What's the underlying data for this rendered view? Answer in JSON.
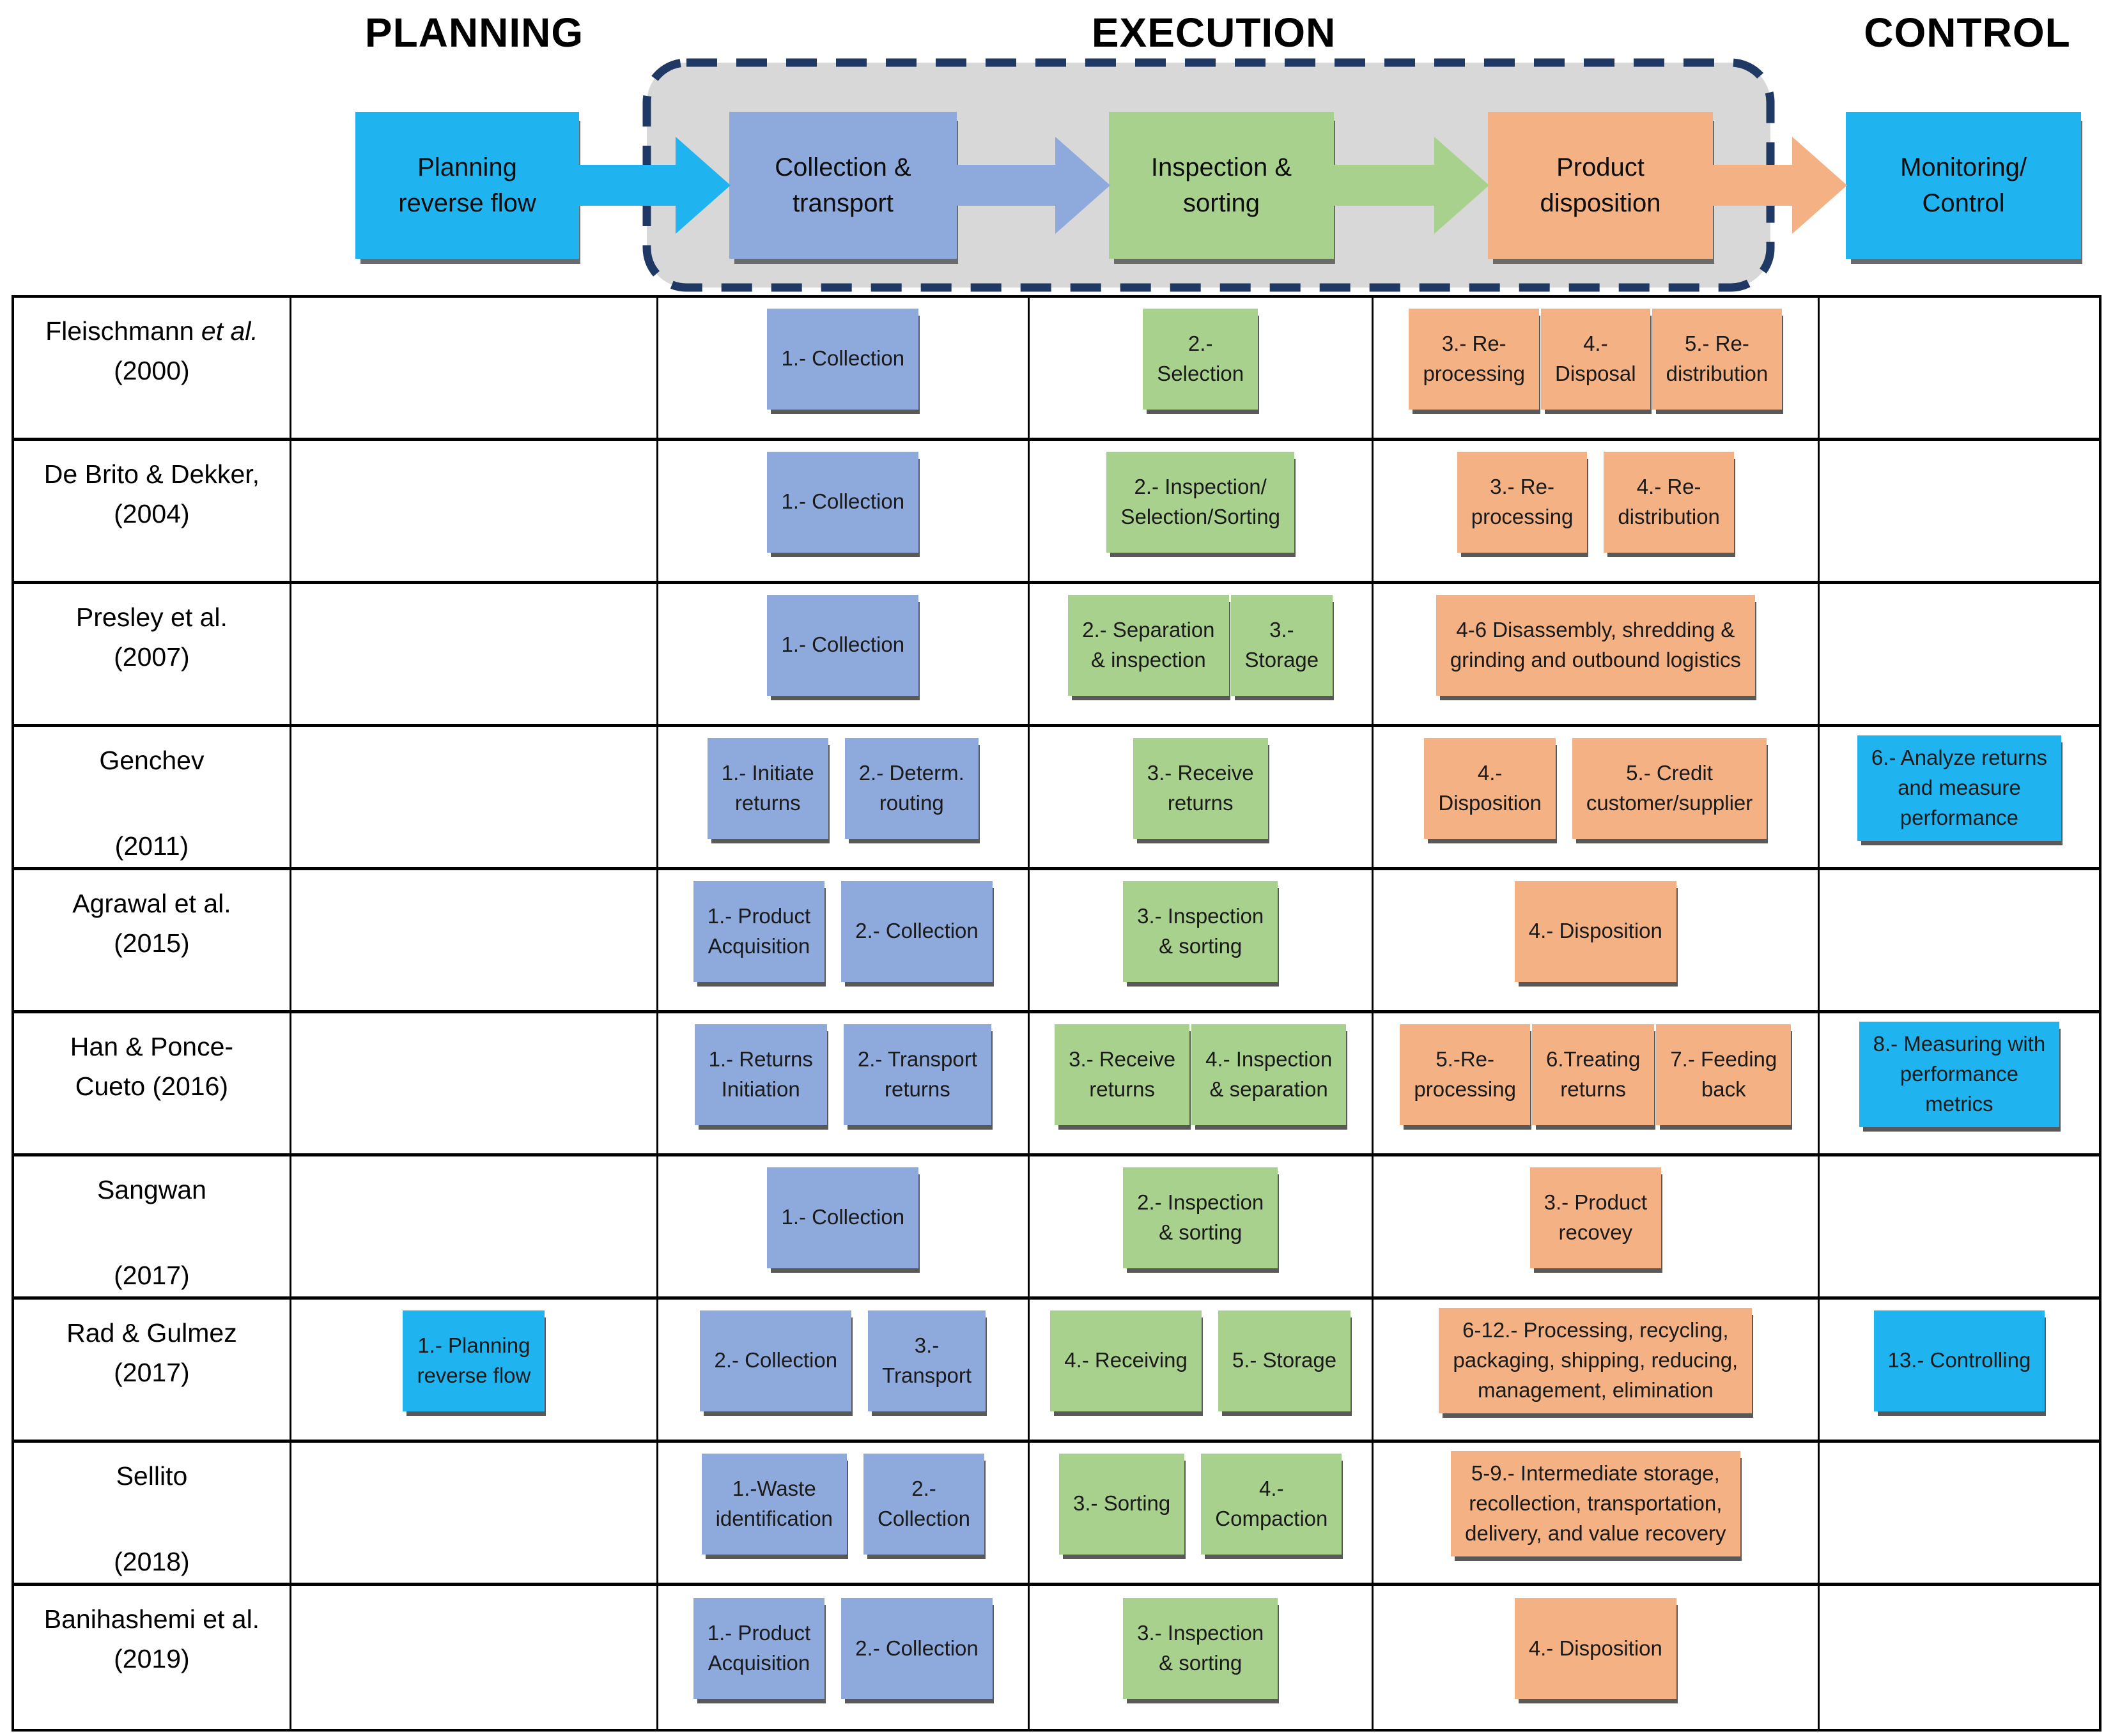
{
  "page": {
    "title_planning": "PLANNING",
    "title_execution": "EXECUTION",
    "title_control": "CONTROL"
  },
  "colors": {
    "blue": "#8EA9DB",
    "green": "#A9D18E",
    "orange": "#F4B183",
    "cyan": "#1FB4F0",
    "navy": "#1F3864",
    "panel_gray": "#D8D8D8",
    "shadow": "#595959"
  },
  "flow": {
    "boxes": [
      {
        "label": "Planning\nreverse flow",
        "color": "cyan"
      },
      {
        "label": "Collection &\ntransport",
        "color": "blue"
      },
      {
        "label": "Inspection &\nsorting",
        "color": "green"
      },
      {
        "label": "Product\ndisposition",
        "color": "orange"
      },
      {
        "label": "Monitoring/\nControl",
        "color": "cyan"
      }
    ],
    "arrows": [
      "cyan",
      "blue",
      "green",
      "orange"
    ]
  },
  "table": {
    "columns": [
      "author",
      "planning",
      "collection_transport",
      "inspection_sorting",
      "product_disposition",
      "control"
    ],
    "rows": [
      {
        "author": [
          "Fleischmann et al.",
          "(2000)"
        ],
        "italic_etal": true,
        "spread": false,
        "cells": {
          "planning": {
            "boxes": []
          },
          "collection_transport": {
            "boxes": [
              {
                "t": "1.- Collection",
                "c": "blue"
              }
            ]
          },
          "inspection_sorting": {
            "boxes": [
              {
                "t": "2.-\nSelection",
                "c": "green"
              }
            ]
          },
          "product_disposition": {
            "tight": true,
            "boxes": [
              {
                "t": "3.- Re-\nprocessing",
                "c": "orange"
              },
              {
                "t": "4.-\nDisposal",
                "c": "orange"
              },
              {
                "t": "5.- Re-\ndistribution",
                "c": "orange"
              }
            ]
          },
          "control": {
            "boxes": []
          }
        }
      },
      {
        "author": [
          "De Brito & Dekker,",
          "(2004)"
        ],
        "spread": false,
        "cells": {
          "planning": {
            "boxes": []
          },
          "collection_transport": {
            "boxes": [
              {
                "t": "1.- Collection",
                "c": "blue"
              }
            ]
          },
          "inspection_sorting": {
            "boxes": [
              {
                "t": "2.- Inspection/\nSelection/Sorting",
                "c": "green"
              }
            ]
          },
          "product_disposition": {
            "boxes": [
              {
                "t": "3.- Re-\nprocessing",
                "c": "orange"
              },
              {
                "t": "4.- Re-\ndistribution",
                "c": "orange"
              }
            ]
          },
          "control": {
            "boxes": []
          }
        }
      },
      {
        "author": [
          "Presley et al.",
          "(2007)"
        ],
        "spread": false,
        "cells": {
          "planning": {
            "boxes": []
          },
          "collection_transport": {
            "boxes": [
              {
                "t": "1.- Collection",
                "c": "blue"
              }
            ]
          },
          "inspection_sorting": {
            "tight": true,
            "boxes": [
              {
                "t": "2.- Separation\n& inspection",
                "c": "green"
              },
              {
                "t": "3.-\nStorage",
                "c": "green"
              }
            ]
          },
          "product_disposition": {
            "boxes": [
              {
                "t": "4-6 Disassembly, shredding &\ngrinding and outbound logistics",
                "c": "orange"
              }
            ]
          },
          "control": {
            "boxes": []
          }
        }
      },
      {
        "author": [
          "Genchev",
          "(2011)"
        ],
        "spread": true,
        "cells": {
          "planning": {
            "boxes": []
          },
          "collection_transport": {
            "boxes": [
              {
                "t": "1.- Initiate\nreturns",
                "c": "blue"
              },
              {
                "t": "2.-  Determ.\nrouting",
                "c": "blue"
              }
            ]
          },
          "inspection_sorting": {
            "boxes": [
              {
                "t": "3.- Receive\nreturns",
                "c": "green"
              }
            ]
          },
          "product_disposition": {
            "boxes": [
              {
                "t": "4.-\nDisposition",
                "c": "orange"
              },
              {
                "t": "5.- Credit\ncustomer/supplier",
                "c": "orange"
              }
            ]
          },
          "control": {
            "boxes": [
              {
                "t": "6.- Analyze returns\nand measure\nperformance",
                "c": "cyan"
              }
            ]
          }
        }
      },
      {
        "author": [
          "Agrawal et al.",
          "(2015)"
        ],
        "spread": false,
        "cells": {
          "planning": {
            "boxes": []
          },
          "collection_transport": {
            "boxes": [
              {
                "t": "1.- Product\nAcquisition",
                "c": "blue"
              },
              {
                "t": "2.- Collection",
                "c": "blue"
              }
            ]
          },
          "inspection_sorting": {
            "boxes": [
              {
                "t": "3.- Inspection\n& sorting",
                "c": "green"
              }
            ]
          },
          "product_disposition": {
            "boxes": [
              {
                "t": "4.- Disposition",
                "c": "orange"
              }
            ]
          },
          "control": {
            "boxes": []
          }
        }
      },
      {
        "author": [
          "Han & Ponce-",
          "Cueto (2016)"
        ],
        "spread": false,
        "cells": {
          "planning": {
            "boxes": []
          },
          "collection_transport": {
            "boxes": [
              {
                "t": "1.- Returns\nInitiation",
                "c": "blue"
              },
              {
                "t": "2.- Transport\nreturns",
                "c": "blue"
              }
            ]
          },
          "inspection_sorting": {
            "tight": true,
            "boxes": [
              {
                "t": "3.- Receive\nreturns",
                "c": "green"
              },
              {
                "t": "4.- Inspection\n& separation",
                "c": "green"
              }
            ]
          },
          "product_disposition": {
            "tight": true,
            "boxes": [
              {
                "t": "5.-Re-\nprocessing",
                "c": "orange"
              },
              {
                "t": "6.Treating\nreturns",
                "c": "orange"
              },
              {
                "t": "7.- Feeding\nback",
                "c": "orange"
              }
            ]
          },
          "control": {
            "boxes": [
              {
                "t": "8.- Measuring with\nperformance\nmetrics",
                "c": "cyan"
              }
            ]
          }
        }
      },
      {
        "author": [
          "Sangwan",
          "(2017)"
        ],
        "spread": true,
        "cells": {
          "planning": {
            "boxes": []
          },
          "collection_transport": {
            "boxes": [
              {
                "t": "1.- Collection",
                "c": "blue"
              }
            ]
          },
          "inspection_sorting": {
            "boxes": [
              {
                "t": "2.- Inspection\n& sorting",
                "c": "green"
              }
            ]
          },
          "product_disposition": {
            "boxes": [
              {
                "t": "3.- Product\nrecovey",
                "c": "orange"
              }
            ]
          },
          "control": {
            "boxes": []
          }
        }
      },
      {
        "author": [
          "Rad & Gulmez",
          "(2017)"
        ],
        "spread": false,
        "cells": {
          "planning": {
            "boxes": [
              {
                "t": "1.- Planning\nreverse flow",
                "c": "cyan"
              }
            ]
          },
          "collection_transport": {
            "boxes": [
              {
                "t": "2.- Collection",
                "c": "blue"
              },
              {
                "t": "3.-\nTransport",
                "c": "blue"
              }
            ]
          },
          "inspection_sorting": {
            "boxes": [
              {
                "t": "4.- Receiving",
                "c": "green"
              },
              {
                "t": "5.- Storage",
                "c": "green"
              }
            ]
          },
          "product_disposition": {
            "boxes": [
              {
                "t": "6-12.- Processing, recycling,\npackaging, shipping, reducing,\nmanagement, elimination",
                "c": "orange"
              }
            ]
          },
          "control": {
            "boxes": [
              {
                "t": "13.- Controlling",
                "c": "cyan"
              }
            ]
          }
        }
      },
      {
        "author": [
          "Sellito",
          "(2018)"
        ],
        "spread": true,
        "cells": {
          "planning": {
            "boxes": []
          },
          "collection_transport": {
            "boxes": [
              {
                "t": "1.-Waste\nidentification",
                "c": "blue"
              },
              {
                "t": "2.-\nCollection",
                "c": "blue"
              }
            ]
          },
          "inspection_sorting": {
            "boxes": [
              {
                "t": "3.- Sorting",
                "c": "green"
              },
              {
                "t": "4.-\nCompaction",
                "c": "green"
              }
            ]
          },
          "product_disposition": {
            "boxes": [
              {
                "t": "5-9.- Intermediate storage,\nrecollection, transportation,\ndelivery, and value recovery",
                "c": "orange"
              }
            ]
          },
          "control": {
            "boxes": []
          }
        }
      },
      {
        "author": [
          "Banihashemi et al.",
          "(2019)"
        ],
        "spread": false,
        "cells": {
          "planning": {
            "boxes": []
          },
          "collection_transport": {
            "boxes": [
              {
                "t": "1.- Product\nAcquisition",
                "c": "blue"
              },
              {
                "t": "2.- Collection",
                "c": "blue"
              }
            ]
          },
          "inspection_sorting": {
            "boxes": [
              {
                "t": "3.- Inspection\n& sorting",
                "c": "green"
              }
            ]
          },
          "product_disposition": {
            "boxes": [
              {
                "t": "4.- Disposition",
                "c": "orange"
              }
            ]
          },
          "control": {
            "boxes": []
          }
        }
      }
    ]
  }
}
